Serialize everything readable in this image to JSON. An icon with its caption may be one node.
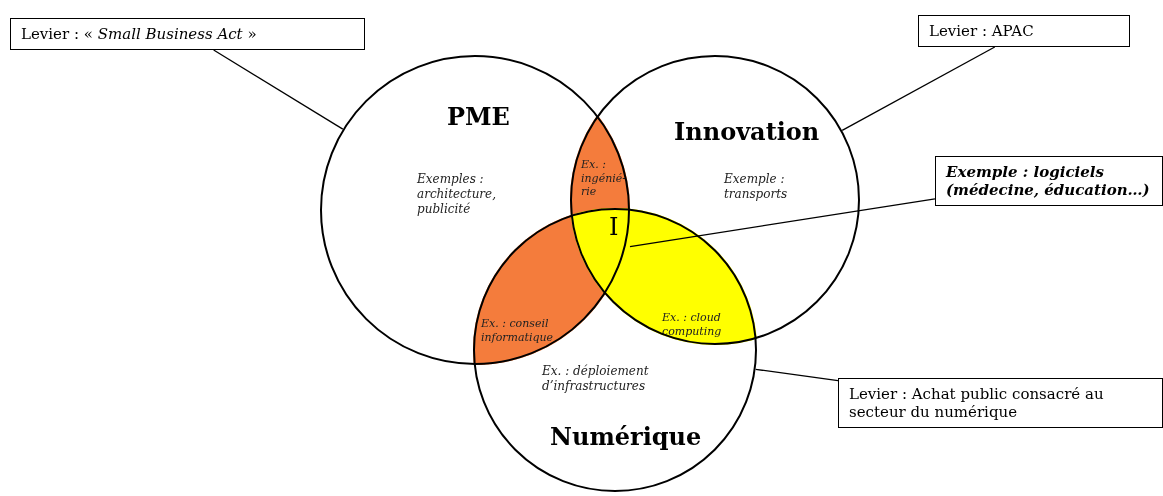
{
  "diagram": {
    "nodes": [
      {
        "text": [
          "PME",
          "Exemples : architecture, publicité"
        ]
      },
      {
        "text": [
          "Innovation",
          "Exemple : transports"
        ]
      },
      {
        "text": [
          "Ex. : déploiement d’infrastructures",
          "Numérique"
        ]
      },
      {
        "text": [
          "Ex. : ingénié-rie"
        ]
      },
      {
        "text": [
          "Ex. : conseil informatique"
        ]
      },
      {
        "text": [
          "Ex. : cloud computing"
        ]
      },
      {
        "text": [
          "I"
        ]
      },
      {
        "text": [
          "Levier : « *Small Business Act* »"
        ]
      },
      {
        "text": [
          "Levier : APAC"
        ]
      },
      {
        "text": [
          "Exemple : logiciels (médecine, éducation…)"
        ]
      },
      {
        "text": [
          "Levier : Achat public consacré au secteur du numérique"
        ]
      }
    ],
    "edges": [
      {
        "from": 7,
        "to": 0,
        "arrow": "none"
      },
      {
        "from": 8,
        "to": 1,
        "arrow": "none"
      },
      {
        "from": 9,
        "to": 6,
        "arrow": "none"
      },
      {
        "from": 10,
        "to": 2,
        "arrow": "none"
      }
    ]
  }
}
